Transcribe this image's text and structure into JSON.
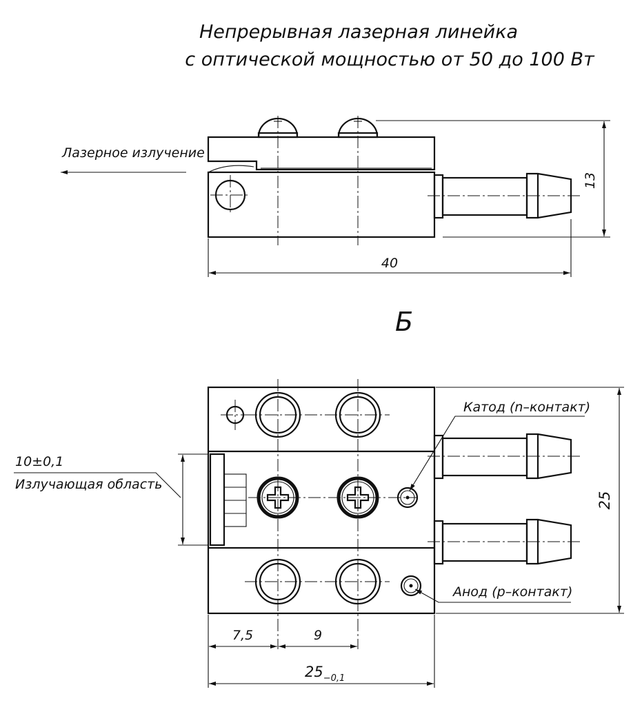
{
  "title": {
    "line1": "Непрерывная лазерная линейка",
    "line2": "с оптической мощностью от 50 до 100 Вт"
  },
  "side_view": {
    "beam_label": "Лазерное излучение",
    "dim_length": "40",
    "dim_height": "13"
  },
  "view_label": "Б",
  "top_view": {
    "cathode_label": "Катод (n–контакт)",
    "anode_label": "Анод (p–контакт)",
    "emit_tolerance": "10±0,1",
    "emit_label": "Излучающая область",
    "dim_height": "25",
    "dim_a": "7,5",
    "dim_b": "9",
    "dim_width_base": "25",
    "dim_width_tol": "−0,1"
  }
}
